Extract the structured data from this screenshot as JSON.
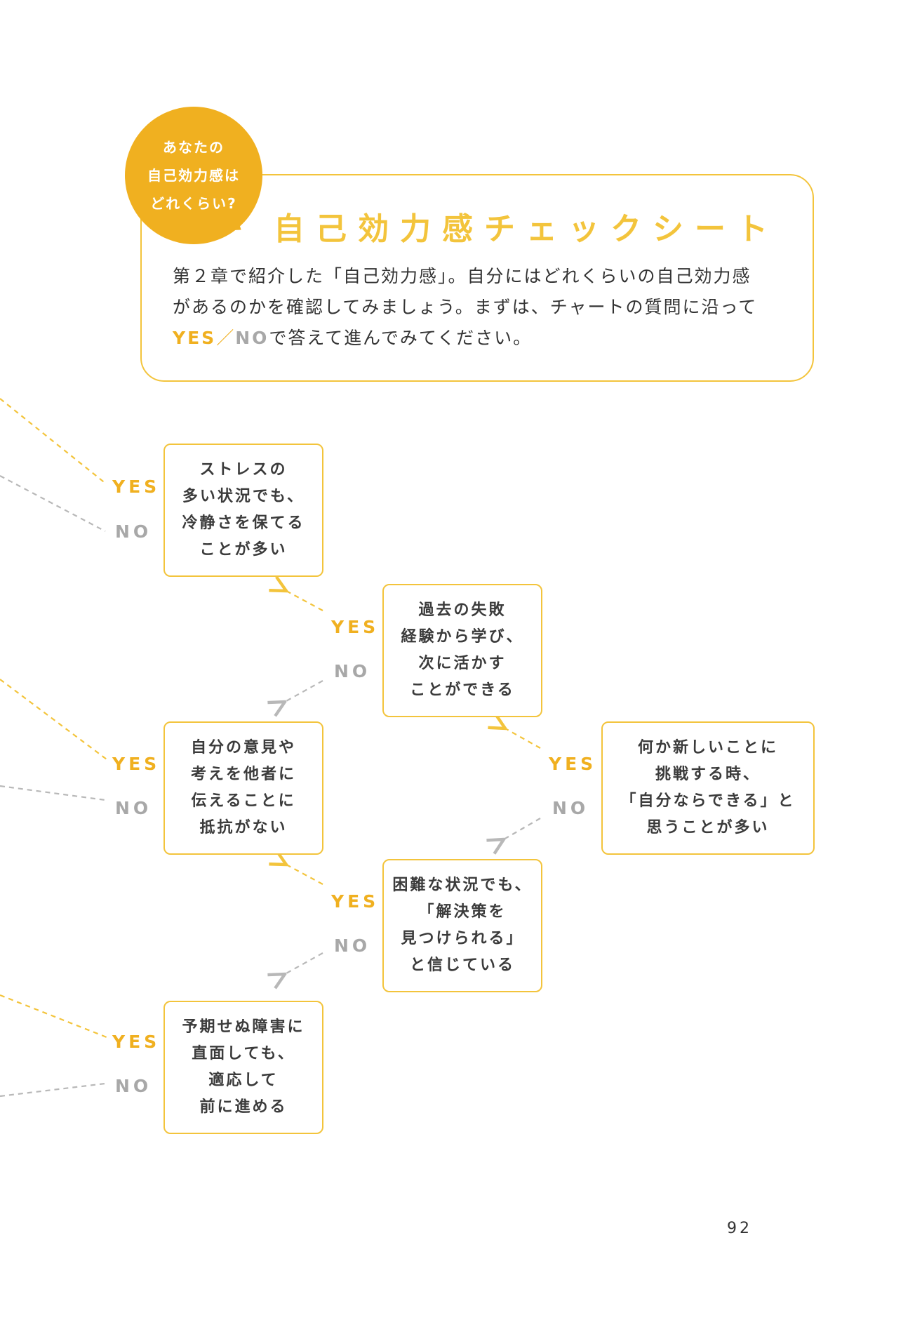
{
  "badge": {
    "lines": [
      "あなたの",
      "自己効力感は",
      "どれくらい?"
    ]
  },
  "sheet_title": "自己効力感チェックシート",
  "intro": {
    "line1": "第２章で紹介した「自己効力感」。自分にはどれくらいの自己効力感",
    "line2": "があるのかを確認してみましょう。まずは、チャートの質問に沿って",
    "yes": "YES",
    "slash": "／",
    "no": "NO",
    "line3_rest": "で答えて進んでみてください。"
  },
  "questions": {
    "q1": {
      "lines": [
        "何か新しいことに",
        "挑戦する時、",
        "「自分ならできる」と",
        "思うことが多い"
      ]
    },
    "q2": {
      "lines": [
        "過去の失敗",
        "経験から学び、",
        "次に活かす",
        "ことができる"
      ]
    },
    "q3": {
      "lines": [
        "困難な状況でも、",
        "「解決策を",
        "見つけられる」",
        "と信じている"
      ]
    },
    "q4": {
      "lines": [
        "ストレスの",
        "多い状況でも、",
        "冷静さを保てる",
        "ことが多い"
      ]
    },
    "q5": {
      "lines": [
        "自分の意見や",
        "考えを他者に",
        "伝えることに",
        "抵抗がない"
      ]
    },
    "q6": {
      "lines": [
        "予期せぬ障害に",
        "直面しても、",
        "適応して",
        "前に進める"
      ]
    }
  },
  "labels": {
    "yes": "YES",
    "no": "NO"
  },
  "page_number": "92",
  "colors": {
    "accent": "#f0b020",
    "box_border": "#f3c43c",
    "no_gray": "#a8a8a8"
  }
}
